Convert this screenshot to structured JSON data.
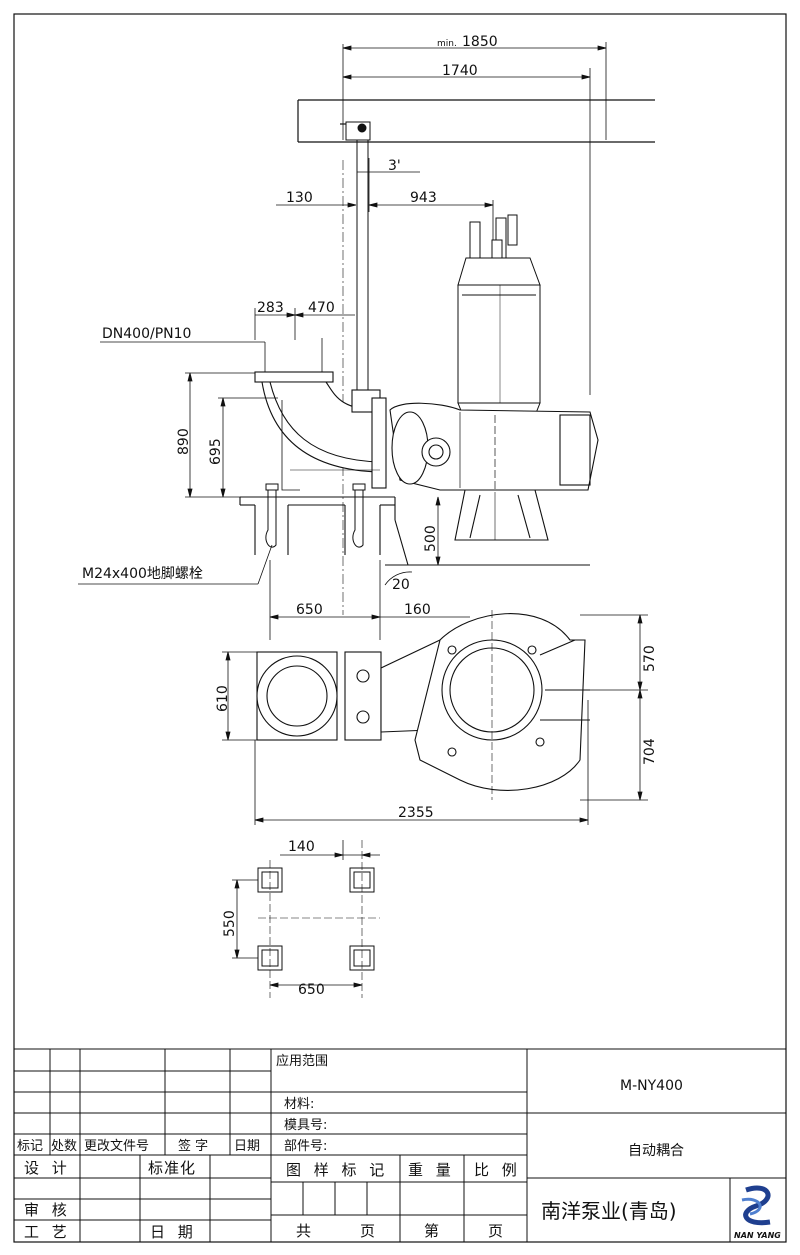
{
  "dimensions": {
    "min_prefix": "min.",
    "d1850": "1850",
    "d1740": "1740",
    "d3": "3'",
    "d130": "130",
    "d943": "943",
    "d283": "283",
    "d470": "470",
    "pipe_spec": "DN400/PN10",
    "d890": "890",
    "d695": "695",
    "d500": "500",
    "d20": "20",
    "bolt_spec": "M24x400地脚螺栓",
    "d650_top": "650",
    "d160": "160",
    "d570": "570",
    "d610": "610",
    "d704": "704",
    "d2355": "2355",
    "d140": "140",
    "d550": "550",
    "d650_bottom": "650"
  },
  "title_block": {
    "rev_headers": {
      "mark": "标记",
      "count": "处数",
      "doc_no": "更改文件号",
      "signature": "签 字",
      "date": "日期"
    },
    "design": "设 计",
    "standard": "标准化",
    "review": "审 核",
    "process": "工 艺",
    "date2": "日 期",
    "scope": "应用范围",
    "material": "材料:",
    "mold_no": "模具号:",
    "part_no": "部件号:",
    "drawing_mark": "图 样 标 记",
    "weight": "重 量",
    "scale": "比 例",
    "total": "共",
    "page": "页",
    "sheet": "第",
    "page2": "页",
    "model": "M-NY400",
    "drawing_name": "自动耦合",
    "company": "南洋泵业(青岛)",
    "logo_text": "NAN YANG"
  }
}
